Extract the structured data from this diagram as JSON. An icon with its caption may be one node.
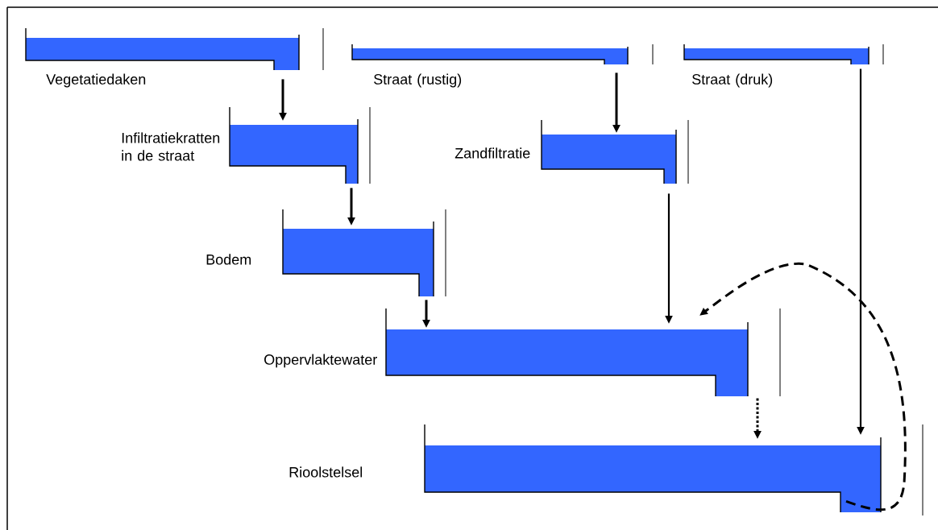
{
  "diagram": {
    "nodes": [
      {
        "text": [
          "Vegetatiedaken"
        ]
      },
      {
        "text": [
          "Straat (rustig)"
        ]
      },
      {
        "text": [
          "Straat (druk)"
        ]
      },
      {
        "text": [
          "Infiltratiekratten in de straat"
        ]
      },
      {
        "text": [
          "Zandfiltratie"
        ]
      },
      {
        "text": [
          "Bodem"
        ]
      },
      {
        "text": [
          "Oppervlaktewater"
        ]
      },
      {
        "text": [
          "Rioolstelsel"
        ]
      }
    ],
    "edges": [
      {
        "from": 0,
        "to": 3,
        "arrow": "to"
      },
      {
        "from": 3,
        "to": 5,
        "arrow": "to"
      },
      {
        "from": 5,
        "to": 6,
        "arrow": "to"
      },
      {
        "from": 1,
        "to": 4,
        "arrow": "to"
      },
      {
        "from": 4,
        "to": 6,
        "arrow": "to"
      },
      {
        "from": 2,
        "to": 7,
        "arrow": "to"
      },
      {
        "from": 6,
        "to": 7,
        "arrow": "to",
        "style": "dashed"
      },
      {
        "from": 7,
        "to": 6,
        "arrow": "to",
        "style": "dashed"
      }
    ]
  }
}
